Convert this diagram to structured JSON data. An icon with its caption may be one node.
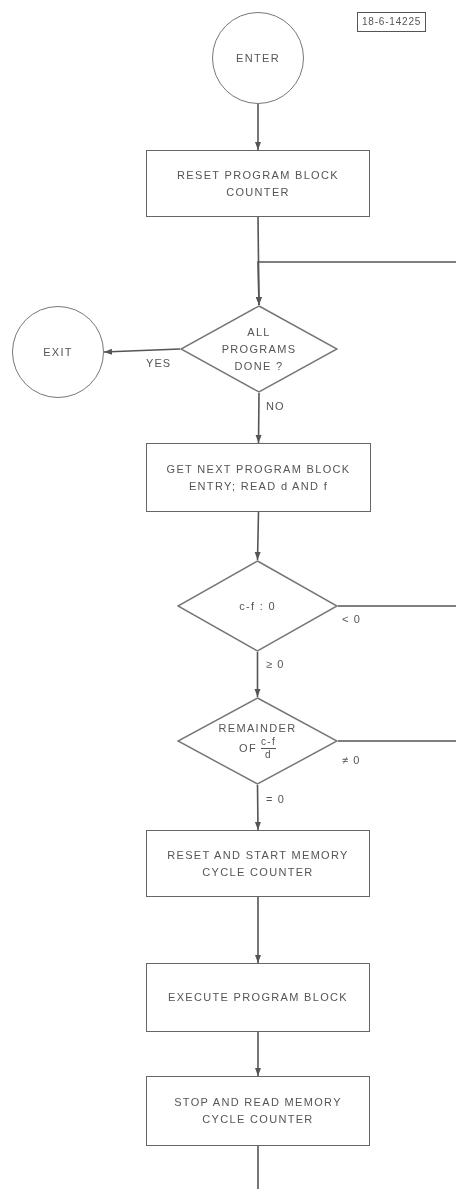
{
  "diagram": {
    "nodes": [
      {
        "text": [
          "ENTER"
        ]
      },
      {
        "text": [
          "RESET PROGRAM BLOCK COUNTER"
        ]
      },
      {
        "text": [
          "EXIT"
        ]
      },
      {
        "text": [
          "ALL PROGRAMS DONE ?"
        ]
      },
      {
        "text": [
          "GET NEXT PROGRAM BLOCK ENTRY; READ d AND f"
        ]
      },
      {
        "text": [
          "c-f : 0"
        ]
      },
      {
        "text": [
          "REMAINDER OF",
          "c-f",
          "d"
        ]
      },
      {
        "text": [
          "RESET AND START MEMORY CYCLE COUNTER"
        ]
      },
      {
        "text": [
          "EXECUTE PROGRAM BLOCK"
        ]
      },
      {
        "text": [
          "STOP AND READ MEMORY CYCLE COUNTER"
        ]
      }
    ],
    "edges": [
      {
        "from": 0,
        "to": 1,
        "arrow": "to"
      },
      {
        "from": null,
        "to": 3,
        "arrow": "to"
      },
      {
        "from": 1,
        "to": 3,
        "arrow": "to"
      },
      {
        "from": 3,
        "to": 2,
        "arrow": "to",
        "label": "YES"
      },
      {
        "from": 3,
        "to": 4,
        "arrow": "to",
        "label": "NO"
      },
      {
        "from": 4,
        "to": 5,
        "arrow": "to"
      },
      {
        "from": 5,
        "to": null,
        "arrow": "none",
        "label": "< 0"
      },
      {
        "from": 5,
        "to": 6,
        "arrow": "to",
        "label": "≥ 0"
      },
      {
        "from": 6,
        "to": null,
        "arrow": "none",
        "label": "≠ 0"
      },
      {
        "from": 6,
        "to": 7,
        "arrow": "to",
        "label": "= 0"
      },
      {
        "from": 7,
        "to": 8,
        "arrow": "to"
      },
      {
        "from": 8,
        "to": 9,
        "arrow": "to"
      },
      {
        "from": 9,
        "to": null,
        "arrow": "none"
      }
    ],
    "labels": [
      "18-6-14225"
    ]
  }
}
